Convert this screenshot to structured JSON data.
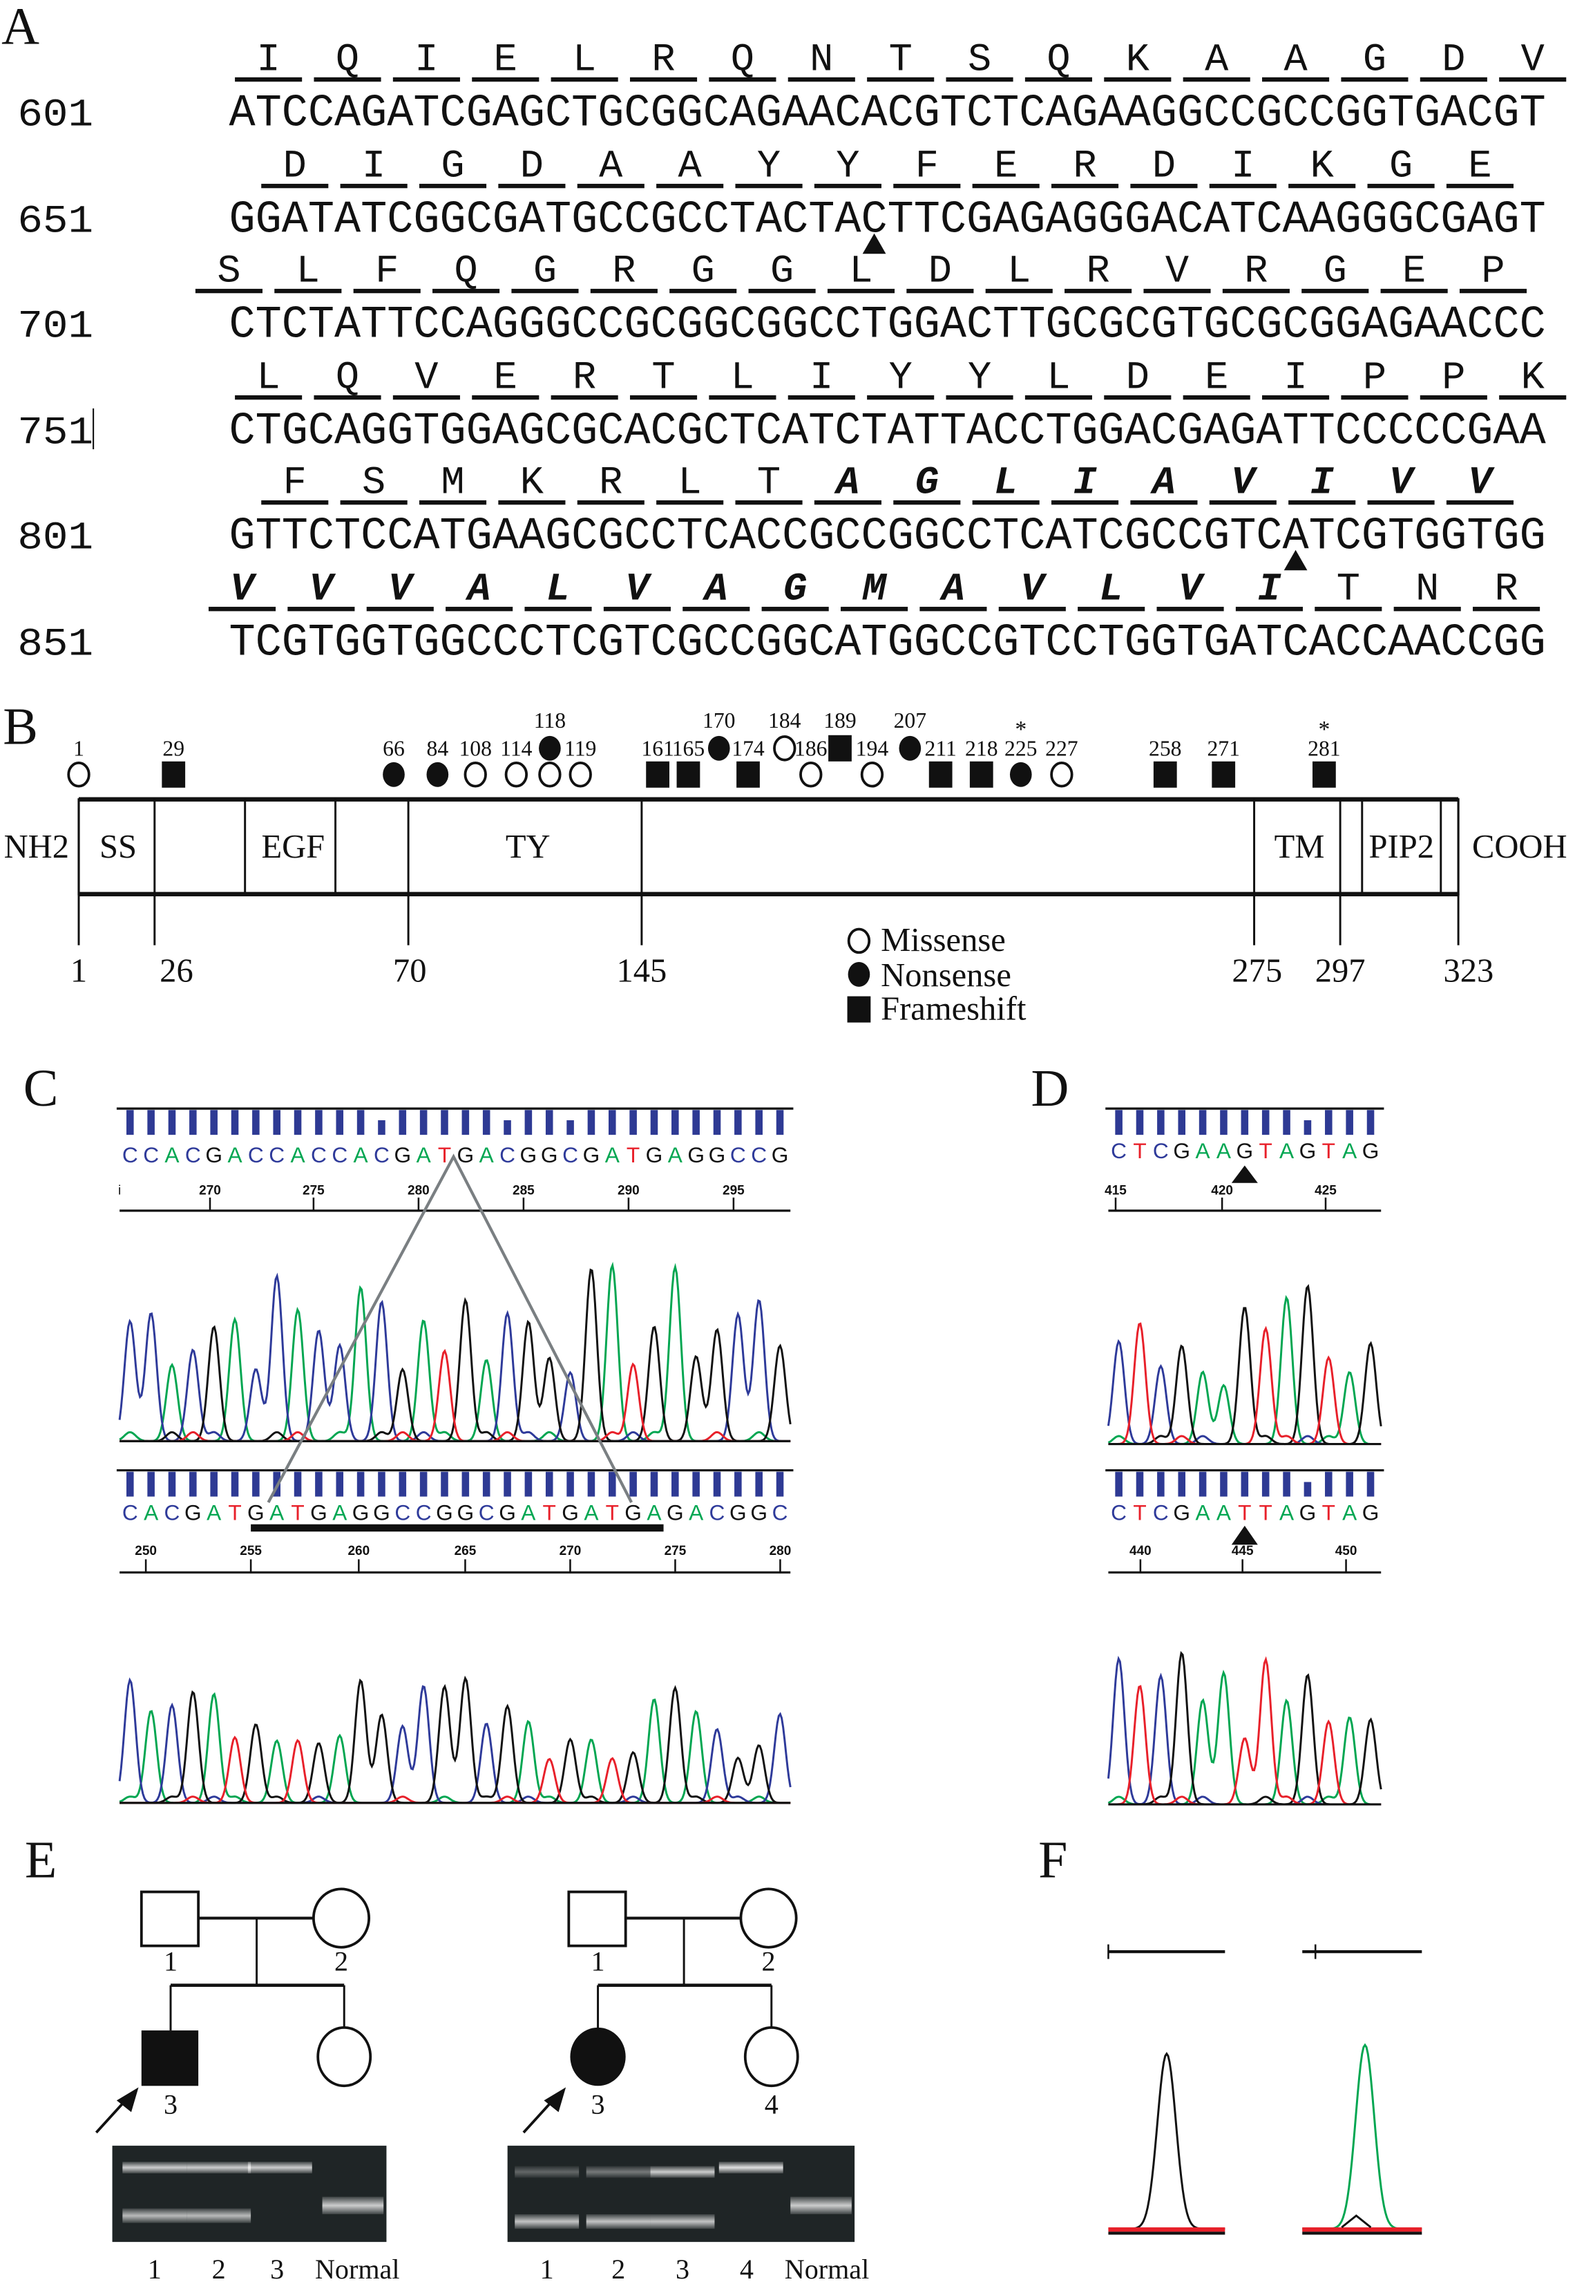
{
  "panel_labels": [
    "A",
    "B",
    "C",
    "D",
    "E",
    "F"
  ],
  "panelA": {
    "rows": [
      {
        "number": "601",
        "frame": 0,
        "dna": "ATCCAGATCGAGCTGCGGCAGAACACGTCTCAGAAGGCCGCCGGTGACGT",
        "aa": [
          "I",
          "Q",
          "I",
          "E",
          "L",
          "R",
          "Q",
          "N",
          "T",
          "S",
          "Q",
          "K",
          "A",
          "A",
          "G",
          "D",
          "V"
        ],
        "bold_start": -1,
        "bold_end": -1,
        "arrow_nt": -1
      },
      {
        "number": "651",
        "frame": 1,
        "dna": "GGATATCGGCGATGCCGCCTACTACTTCGAGAGGGACATCAAGGGCGAGT",
        "aa": [
          "D",
          "I",
          "G",
          "D",
          "A",
          "A",
          "Y",
          "Y",
          "F",
          "E",
          "R",
          "D",
          "I",
          "K",
          "G",
          "E"
        ],
        "bold_start": -1,
        "bold_end": -1,
        "arrow_nt": 24
      },
      {
        "number": "701",
        "frame": -1.5,
        "dna": "CTCTATTCCAGGGCCGCGGCGGCCTGGACTTGCGCGTGCGCGGAGAACCC",
        "aa": [
          "S",
          "L",
          "F",
          "Q",
          "G",
          "R",
          "G",
          "G",
          "L",
          "D",
          "L",
          "R",
          "V",
          "R",
          "G",
          "E",
          "P"
        ],
        "bold_start": -1,
        "bold_end": -1,
        "arrow_nt": -1
      },
      {
        "number": "751",
        "frame": 0,
        "dna": "CTGCAGGTGGAGCGCACGCTCATCTATTACCTGGACGAGATTCCCCCGAA",
        "aa": [
          "L",
          "Q",
          "V",
          "E",
          "R",
          "T",
          "L",
          "I",
          "Y",
          "Y",
          "L",
          "D",
          "E",
          "I",
          "P",
          "P",
          "K"
        ],
        "bold_start": -1,
        "bold_end": -1,
        "arrow_nt": -1
      },
      {
        "number": "801",
        "frame": 1,
        "dna": "GTTCTCCATGAAGCGCCTCACCGCCGGCCTCATCGCCGTCATCGTGGTGG",
        "aa": [
          "F",
          "S",
          "M",
          "K",
          "R",
          "L",
          "T",
          "A",
          "G",
          "L",
          "I",
          "A",
          "V",
          "I",
          "V",
          "V"
        ],
        "bold_start": 7,
        "bold_end": 15,
        "arrow_nt": 40
      },
      {
        "number": "851",
        "frame": -1,
        "dna": "TCGTGGTGGCCCTCGTCGCCGGCATGGCCGTCCTGGTGATCACCAACCGG",
        "aa": [
          "V",
          "V",
          "V",
          "A",
          "L",
          "V",
          "A",
          "G",
          "M",
          "A",
          "V",
          "L",
          "V",
          "I",
          "T",
          "N",
          "R"
        ],
        "bold_start": 0,
        "bold_end": 13,
        "arrow_nt": -1
      }
    ]
  },
  "panelB": {
    "mutations": [
      {
        "label": "1",
        "type": "missense",
        "asterisk": false,
        "raised": false
      },
      {
        "label": "29",
        "type": "frameshift",
        "asterisk": false,
        "raised": false
      },
      {
        "label": "66",
        "type": "nonsense",
        "asterisk": false,
        "raised": false
      },
      {
        "label": "84",
        "type": "nonsense",
        "asterisk": false,
        "raised": false
      },
      {
        "label": "108",
        "type": "missense",
        "asterisk": false,
        "raised": false
      },
      {
        "label": "114",
        "type": "missense",
        "asterisk": false,
        "raised": false
      },
      {
        "label": "118",
        "type": "nonsense",
        "asterisk": false,
        "raised": true
      },
      {
        "label": "",
        "type": "missense",
        "asterisk": false,
        "raised": false
      },
      {
        "label": "119",
        "type": "missense",
        "asterisk": false,
        "raised": false
      },
      {
        "label": "161",
        "type": "frameshift",
        "asterisk": false,
        "raised": false
      },
      {
        "label": "165",
        "type": "frameshift",
        "asterisk": false,
        "raised": false
      },
      {
        "label": "170",
        "type": "nonsense",
        "asterisk": false,
        "raised": true
      },
      {
        "label": "174",
        "type": "frameshift",
        "asterisk": false,
        "raised": false
      },
      {
        "label": "184",
        "type": "missense",
        "asterisk": false,
        "raised": true
      },
      {
        "label": "186",
        "type": "missense",
        "asterisk": false,
        "raised": false
      },
      {
        "label": "189",
        "type": "frameshift",
        "asterisk": false,
        "raised": true
      },
      {
        "label": "194",
        "type": "missense",
        "asterisk": false,
        "raised": false
      },
      {
        "label": "207",
        "type": "nonsense",
        "asterisk": false,
        "raised": true
      },
      {
        "label": "211",
        "type": "frameshift",
        "asterisk": false,
        "raised": false
      },
      {
        "label": "218",
        "type": "frameshift",
        "asterisk": false,
        "raised": false
      },
      {
        "label": "225",
        "type": "nonsense",
        "asterisk": true,
        "raised": false
      },
      {
        "label": "227",
        "type": "missense",
        "asterisk": false,
        "raised": false
      },
      {
        "label": "258",
        "type": "frameshift",
        "asterisk": false,
        "raised": false
      },
      {
        "label": "271",
        "type": "frameshift",
        "asterisk": false,
        "raised": false
      },
      {
        "label": "281",
        "type": "frameshift",
        "asterisk": true,
        "raised": false
      }
    ],
    "asterisk_symbol": "*",
    "domains": {
      "nh2": "NH2",
      "ss": "SS",
      "egf": "EGF",
      "ty": "TY",
      "tm": "TM",
      "pip2": "PIP2",
      "cooh": "COOH"
    },
    "ticks": [
      "1",
      "26",
      "70",
      "145",
      "275",
      "297",
      "323"
    ],
    "legend": {
      "missense": "Missense",
      "nonsense": "Nonsense",
      "frameshift": "Frameshift"
    }
  },
  "panelC": {
    "top": {
      "bases": "CCACGACCACCACGATGACGGCGATGAGGCCG",
      "ticks": [
        "270",
        "275",
        "280",
        "285",
        "290",
        "295"
      ],
      "tick_start_label": "i"
    },
    "bottom": {
      "bases": "CACGATGATGAGGCCGGCGATGATGAGACGGC",
      "ticks": [
        "250",
        "255",
        "260",
        "265",
        "270",
        "275",
        "280"
      ]
    }
  },
  "panelD": {
    "top": {
      "bases": "CTCGAAGTAGTAG",
      "ticks": [
        "415",
        "420",
        "425"
      ],
      "arrow_base": 6
    },
    "bottom": {
      "bases": "CTCGAATTAGTAG",
      "ticks": [
        "440",
        "445",
        "450"
      ],
      "arrow_base": 6
    }
  },
  "panelE": {
    "family1": {
      "labels": [
        "1",
        "2",
        "3"
      ],
      "lanes": [
        "1",
        "2",
        "3",
        "Normal"
      ]
    },
    "family2": {
      "labels": [
        "1",
        "2",
        "3",
        "4"
      ],
      "lanes": [
        "1",
        "2",
        "3",
        "4",
        "Normal"
      ]
    }
  },
  "colors": {
    "A": "#00a651",
    "C": "#2e3a9a",
    "G": "#111111",
    "T": "#e8202a",
    "bar": "#2e3a94",
    "gel": "#1f2526"
  }
}
